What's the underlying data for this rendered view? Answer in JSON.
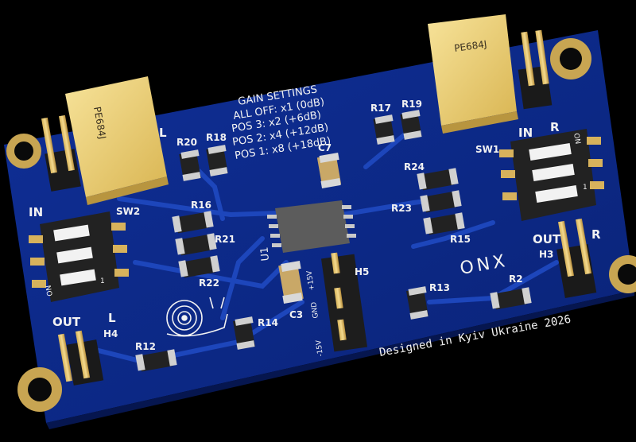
{
  "board": {
    "gain_title": "GAIN SETTINGS",
    "gain_lines": [
      "ALL OFF: x1 (0dB)",
      "POS 3: x2 (+6dB)",
      "POS 2: x4 (+12dB)",
      "POS 1: x8 (+18dB)"
    ],
    "designed_text": "Designed in Kyiv Ukraine 2026",
    "logo_text": "ONX",
    "colors": {
      "background": "#000000",
      "pcb": "#0c2a8c",
      "trace": "#1b44b5",
      "pad": "#c4a058",
      "silkscreen": "#f2f2f2",
      "capacitor_body": "#f0d37a"
    }
  },
  "components": {
    "capacitors": [
      {
        "label": "PE684J"
      },
      {
        "label": "PE684J"
      }
    ],
    "switches": [
      {
        "ref": "SW1",
        "on_label": "ON"
      },
      {
        "ref": "SW2",
        "on_label": "ON"
      }
    ],
    "resistors": [
      "R20",
      "R18",
      "R17",
      "R19",
      "R24",
      "R23",
      "R15",
      "R16",
      "R21",
      "R22",
      "R14",
      "R12",
      "R13",
      "R2"
    ],
    "small_caps": [
      "C7",
      "C3"
    ],
    "ic": "U1",
    "headers": [
      "H3",
      "H4",
      "H5"
    ],
    "h5_pins": [
      "+15V",
      "GND",
      "-15V"
    ]
  },
  "labels": {
    "in_left": "IN",
    "l_top": "L",
    "in_right": "IN",
    "r_top": "R",
    "out_left": "OUT",
    "l_bottom": "L",
    "out_right": "OUT",
    "r_bottom": "R",
    "sw1_one": "1",
    "sw2_one": "1"
  }
}
